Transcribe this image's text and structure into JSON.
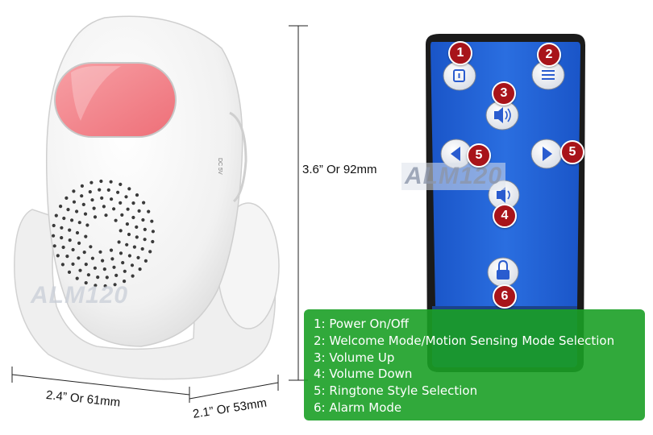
{
  "dimensions": {
    "height": "3.6” Or 92mm",
    "width": "2.4” Or 61mm",
    "depth": "2.1” Or 53mm"
  },
  "sensor_port_label": "DC 5V",
  "watermark": "ALM120",
  "remote_buttons": [
    {
      "number": "1",
      "icon": "power-icon"
    },
    {
      "number": "2",
      "icon": "menu-icon"
    },
    {
      "number": "3",
      "icon": "volume-up-icon"
    },
    {
      "number": "4",
      "icon": "volume-down-icon"
    },
    {
      "number": "5",
      "icon": "arrow-left-icon"
    },
    {
      "number": "5",
      "icon": "arrow-right-icon"
    },
    {
      "number": "6",
      "icon": "lock-icon"
    }
  ],
  "legend": [
    "1: Power On/Off",
    "2: Welcome Mode/Motion Sensing Mode Selection",
    "3: Volume Up",
    "4: Volume Down",
    "5: Ringtone Style Selection",
    "6: Alarm Mode"
  ],
  "colors": {
    "remote_blue": "#1e5fd6",
    "remote_dark": "#1a1a1a",
    "badge_red": "#a8141a",
    "legend_green": "#1ba026",
    "sensor_lens": "#f27f86"
  }
}
